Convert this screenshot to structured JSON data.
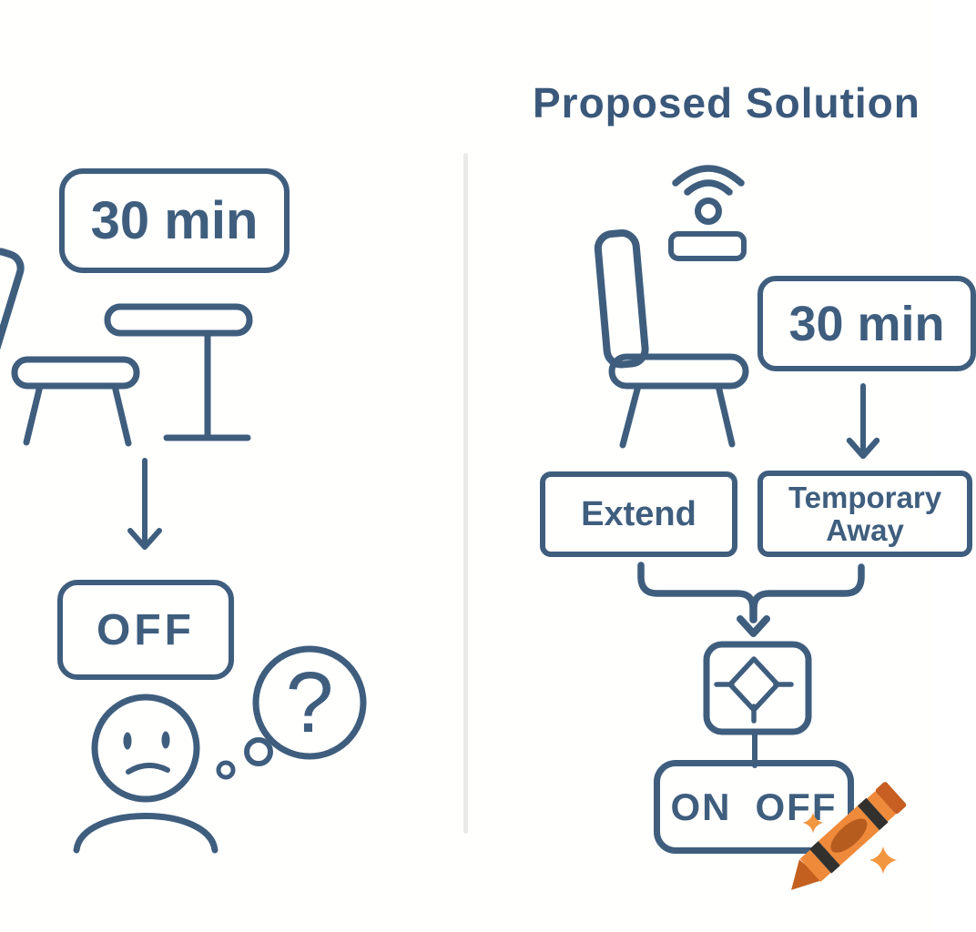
{
  "title": "Proposed Solution",
  "left_panel": {
    "timer_label": "30 min",
    "off_label": "OFF",
    "question_mark": "?"
  },
  "right_panel": {
    "timer_label": "30 min",
    "extend_label": "Extend",
    "temporary_away_line1": "Temporary",
    "temporary_away_line2": "Away",
    "on_label": "ON",
    "off_label": "OFF"
  },
  "colors": {
    "line_blue": "#3F5E7E",
    "title_blue": "#3A587A",
    "divider_gray": "#EAEAE8",
    "crayon_orange": "#EE8A3A",
    "crayon_label_oval": "#B65C1E",
    "crayon_band_black": "#33312E",
    "crayon_tip_cap": "#C3601F",
    "sparkle_orange": "#F2963F",
    "background": "#FFFFFF"
  },
  "icons": {
    "chair-icon": "side-view chair outline",
    "table-icon": "pedestal table outline",
    "down-arrow-icon": "↓",
    "sad-person-icon": "frowning stick figure",
    "thought-bubble-icon": "thought bubble",
    "question-mark-icon": "?",
    "wifi-sensor-icon": "wifi arcs over small device",
    "merge-arrow-icon": "two branches merging into ↓",
    "decision-diamond-icon": "diamond inside rounded square",
    "crayon-icon": "🖍 orange crayon",
    "sparkle-icon": "✦"
  }
}
